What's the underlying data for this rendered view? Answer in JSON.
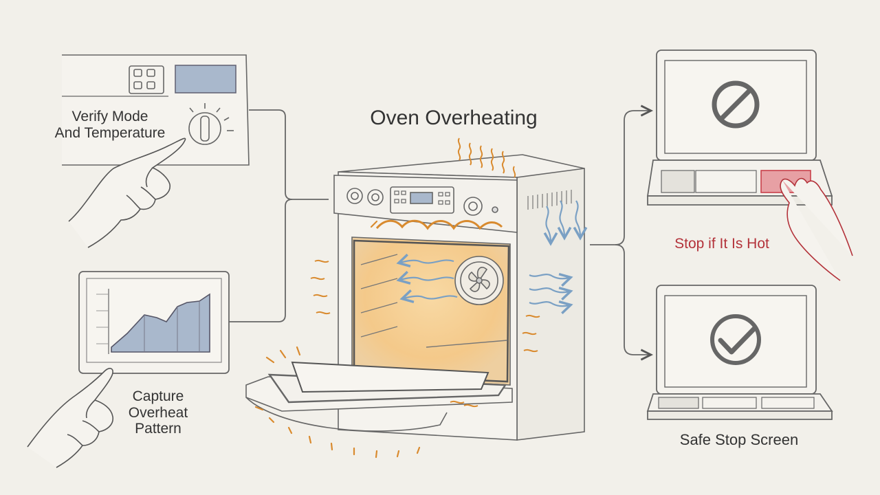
{
  "diagram": {
    "title": "Oven Overheating",
    "steps": {
      "verify": {
        "line1": "Verify Mode",
        "line2": "And Temperature"
      },
      "capture": {
        "line1": "Capture",
        "line2": "Overheat",
        "line3": "Pattern"
      },
      "stop": {
        "label": "Stop if It Is Hot"
      },
      "safe": {
        "label": "Safe Stop Screen"
      }
    },
    "colors": {
      "background": "#f2f0ea",
      "stroke": "#555555",
      "heat": "#e0a040",
      "glow": "#f4c98a",
      "airflow": "#7aa0c4",
      "stop_accent": "#c9404a",
      "screen_fill": "#a9b8cc"
    },
    "icons": [
      "control-panel-icon",
      "dial-icon",
      "hand-pointer-icon",
      "line-chart-icon",
      "oven-icon",
      "fan-icon",
      "prohibited-icon",
      "check-icon",
      "laptop-icon"
    ]
  }
}
